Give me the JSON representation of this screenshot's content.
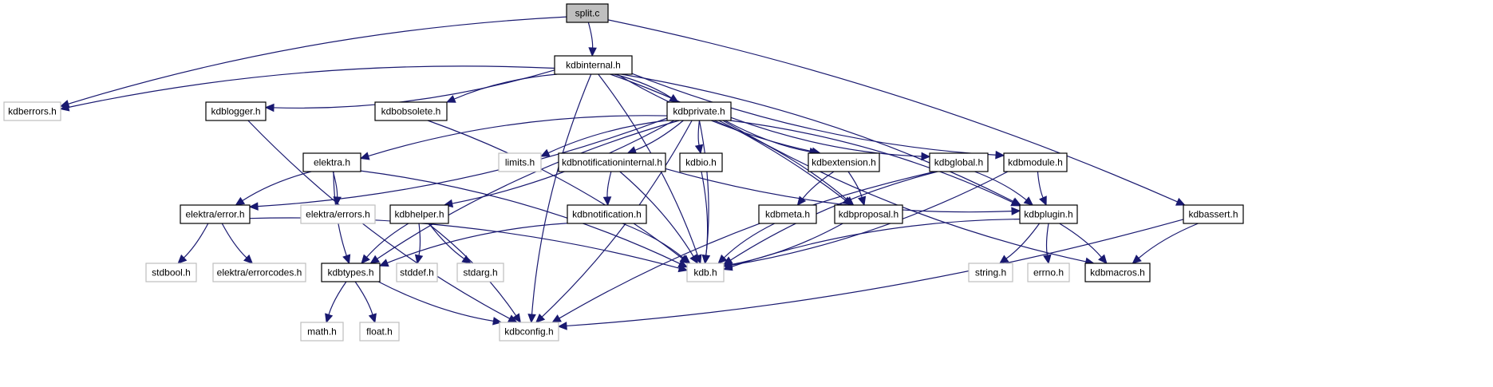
{
  "title": "split.c include dependency graph",
  "colors": {
    "edge": "#191970",
    "root_fill": "#bfbfbf",
    "node_border": "#000000",
    "external_border": "#bfbfbf",
    "node_fill": "#ffffff"
  },
  "nodes": [
    {
      "id": "split_c",
      "label": "split.c",
      "kind": "root"
    },
    {
      "id": "kdbinternal_h",
      "label": "kdbinternal.h",
      "kind": "documented"
    },
    {
      "id": "kdberrors_h",
      "label": "kdberrors.h",
      "kind": "external"
    },
    {
      "id": "kdblogger_h",
      "label": "kdblogger.h",
      "kind": "documented"
    },
    {
      "id": "kdbobsolete_h",
      "label": "kdbobsolete.h",
      "kind": "documented"
    },
    {
      "id": "kdbprivate_h",
      "label": "kdbprivate.h",
      "kind": "documented"
    },
    {
      "id": "elektra_h",
      "label": "elektra.h",
      "kind": "documented"
    },
    {
      "id": "limits_h",
      "label": "limits.h",
      "kind": "external"
    },
    {
      "id": "kdbnotificationinternal_h",
      "label": "kdbnotificationinternal.h",
      "kind": "documented"
    },
    {
      "id": "kdbio_h",
      "label": "kdbio.h",
      "kind": "documented"
    },
    {
      "id": "kdbextension_h",
      "label": "kdbextension.h",
      "kind": "documented"
    },
    {
      "id": "kdbglobal_h",
      "label": "kdbglobal.h",
      "kind": "documented"
    },
    {
      "id": "kdbmodule_h",
      "label": "kdbmodule.h",
      "kind": "documented"
    },
    {
      "id": "elektra_error_h",
      "label": "elektra/error.h",
      "kind": "documented"
    },
    {
      "id": "elektra_errors_h",
      "label": "elektra/errors.h",
      "kind": "external"
    },
    {
      "id": "kdbhelper_h",
      "label": "kdbhelper.h",
      "kind": "documented"
    },
    {
      "id": "kdbnotification_h",
      "label": "kdbnotification.h",
      "kind": "documented"
    },
    {
      "id": "kdbmeta_h",
      "label": "kdbmeta.h",
      "kind": "documented"
    },
    {
      "id": "kdbproposal_h",
      "label": "kdbproposal.h",
      "kind": "documented"
    },
    {
      "id": "kdbplugin_h",
      "label": "kdbplugin.h",
      "kind": "documented"
    },
    {
      "id": "kdbassert_h",
      "label": "kdbassert.h",
      "kind": "documented"
    },
    {
      "id": "stdbool_h",
      "label": "stdbool.h",
      "kind": "external"
    },
    {
      "id": "elektra_errorcodes_h",
      "label": "elektra/errorcodes.h",
      "kind": "external"
    },
    {
      "id": "kdbtypes_h",
      "label": "kdbtypes.h",
      "kind": "documented"
    },
    {
      "id": "stddef_h",
      "label": "stddef.h",
      "kind": "external"
    },
    {
      "id": "stdarg_h",
      "label": "stdarg.h",
      "kind": "external"
    },
    {
      "id": "kdb_h",
      "label": "kdb.h",
      "kind": "external"
    },
    {
      "id": "string_h",
      "label": "string.h",
      "kind": "external"
    },
    {
      "id": "errno_h",
      "label": "errno.h",
      "kind": "external"
    },
    {
      "id": "kdbmacros_h",
      "label": "kdbmacros.h",
      "kind": "documented"
    },
    {
      "id": "math_h",
      "label": "math.h",
      "kind": "external"
    },
    {
      "id": "float_h",
      "label": "float.h",
      "kind": "external"
    },
    {
      "id": "kdbconfig_h",
      "label": "kdbconfig.h",
      "kind": "external"
    }
  ],
  "edges": [
    [
      "split_c",
      "kdbinternal_h"
    ],
    [
      "split_c",
      "kdberrors_h"
    ],
    [
      "split_c",
      "kdbassert_h"
    ],
    [
      "kdbinternal_h",
      "kdberrors_h"
    ],
    [
      "kdbinternal_h",
      "kdblogger_h"
    ],
    [
      "kdbinternal_h",
      "kdbobsolete_h"
    ],
    [
      "kdbinternal_h",
      "kdbprivate_h"
    ],
    [
      "kdbinternal_h",
      "kdbconfig_h"
    ],
    [
      "kdbinternal_h",
      "kdb_h"
    ],
    [
      "kdbinternal_h",
      "kdbextension_h"
    ],
    [
      "kdbinternal_h",
      "kdbproposal_h"
    ],
    [
      "kdbinternal_h",
      "kdbmodule_h"
    ],
    [
      "kdbinternal_h",
      "kdbplugin_h"
    ],
    [
      "kdblogger_h",
      "kdbconfig_h"
    ],
    [
      "kdbobsolete_h",
      "kdb_h"
    ],
    [
      "kdbprivate_h",
      "elektra_h"
    ],
    [
      "kdbprivate_h",
      "elektra_error_h"
    ],
    [
      "kdbprivate_h",
      "kdbtypes_h"
    ],
    [
      "kdbprivate_h",
      "kdbhelper_h"
    ],
    [
      "kdbprivate_h",
      "limits_h"
    ],
    [
      "kdbprivate_h",
      "kdbnotificationinternal_h"
    ],
    [
      "kdbprivate_h",
      "kdbio_h"
    ],
    [
      "kdbprivate_h",
      "kdb_h"
    ],
    [
      "kdbprivate_h",
      "kdbextension_h"
    ],
    [
      "kdbprivate_h",
      "kdbproposal_h"
    ],
    [
      "kdbprivate_h",
      "kdbglobal_h"
    ],
    [
      "kdbprivate_h",
      "kdbplugin_h"
    ],
    [
      "kdbprivate_h",
      "kdbmacros_h"
    ],
    [
      "kdbprivate_h",
      "kdbconfig_h"
    ],
    [
      "elektra_h",
      "elektra_error_h"
    ],
    [
      "elektra_h",
      "elektra_errors_h"
    ],
    [
      "elektra_h",
      "kdbtypes_h"
    ],
    [
      "elektra_h",
      "kdb_h"
    ],
    [
      "kdbnotificationinternal_h",
      "kdbnotification_h"
    ],
    [
      "kdbnotificationinternal_h",
      "kdb_h"
    ],
    [
      "kdbnotificationinternal_h",
      "kdbplugin_h"
    ],
    [
      "kdbio_h",
      "kdb_h"
    ],
    [
      "kdbextension_h",
      "kdbmeta_h"
    ],
    [
      "kdbextension_h",
      "kdbproposal_h"
    ],
    [
      "kdbglobal_h",
      "kdb_h"
    ],
    [
      "kdbglobal_h",
      "kdbplugin_h"
    ],
    [
      "kdbglobal_h",
      "kdbconfig_h"
    ],
    [
      "kdbmodule_h",
      "kdb_h"
    ],
    [
      "kdbmodule_h",
      "kdbplugin_h"
    ],
    [
      "elektra_error_h",
      "stdbool_h"
    ],
    [
      "elektra_error_h",
      "elektra_errorcodes_h"
    ],
    [
      "elektra_error_h",
      "kdb_h"
    ],
    [
      "kdbhelper_h",
      "kdbtypes_h"
    ],
    [
      "kdbhelper_h",
      "stddef_h"
    ],
    [
      "kdbhelper_h",
      "stdarg_h"
    ],
    [
      "kdbhelper_h",
      "kdbconfig_h"
    ],
    [
      "kdbnotification_h",
      "kdbtypes_h"
    ],
    [
      "kdbnotification_h",
      "kdb_h"
    ],
    [
      "kdbmeta_h",
      "kdb_h"
    ],
    [
      "kdbproposal_h",
      "kdb_h"
    ],
    [
      "kdbplugin_h",
      "kdb_h"
    ],
    [
      "kdbplugin_h",
      "string_h"
    ],
    [
      "kdbplugin_h",
      "errno_h"
    ],
    [
      "kdbplugin_h",
      "kdbmacros_h"
    ],
    [
      "kdbassert_h",
      "kdbmacros_h"
    ],
    [
      "kdbassert_h",
      "kdbconfig_h"
    ],
    [
      "kdbtypes_h",
      "math_h"
    ],
    [
      "kdbtypes_h",
      "float_h"
    ],
    [
      "kdbtypes_h",
      "kdbconfig_h"
    ]
  ]
}
